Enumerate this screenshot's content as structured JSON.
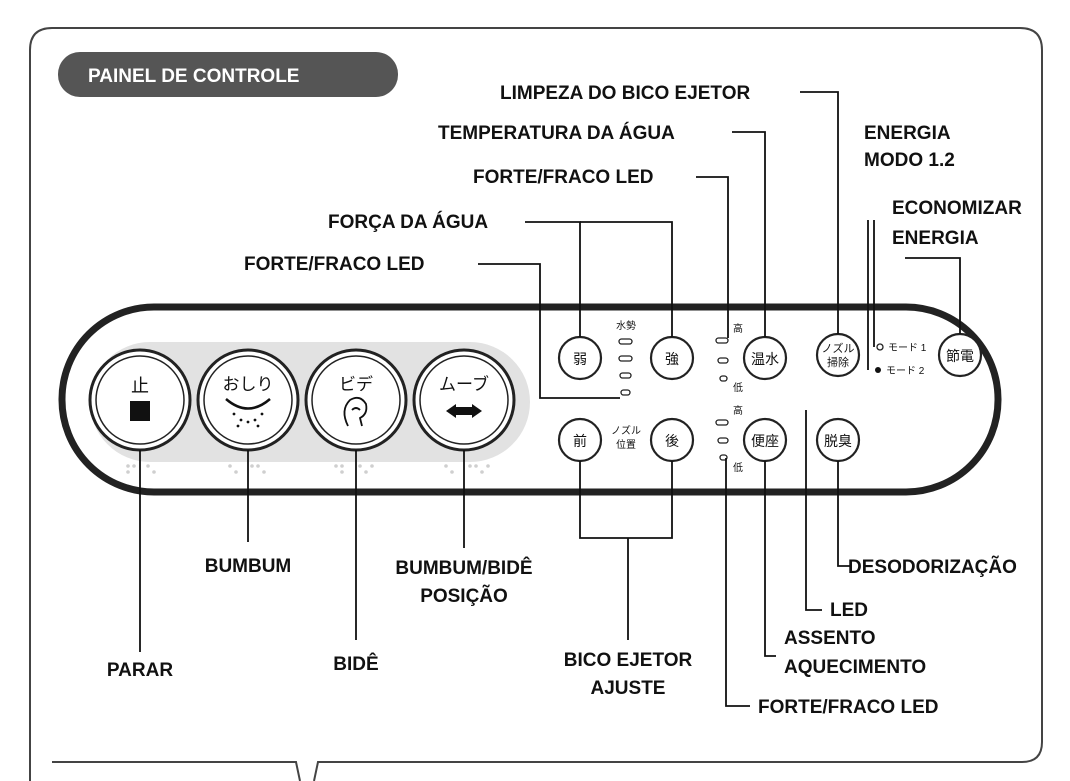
{
  "title": "PAINEL DE CONTROLE",
  "buttons": {
    "stop": "止",
    "oshiri": "おしり",
    "bidet": "ビデ",
    "move": "ムーブ",
    "weak": "弱",
    "strong": "強",
    "warm_water": "温水",
    "nozzle_clean_1": "ノズル",
    "nozzle_clean_2": "掃除",
    "power_save": "節電",
    "front": "前",
    "back": "後",
    "seat": "便座",
    "deodorize": "脱臭"
  },
  "panel_marks": {
    "water_force": "水勢",
    "high_1": "高",
    "low_1": "低",
    "high_2": "高",
    "low_2": "低",
    "nozzle_pos_1": "ノズル",
    "nozzle_pos_2": "位置",
    "mode_1": "モード 1",
    "mode_2": "モード 2"
  },
  "labels": {
    "nozzle_cleaning": "LIMPEZA DO BICO EJETOR",
    "water_temperature": "TEMPERATURA DA ÁGUA",
    "led_temp": "FORTE/FRACO LED",
    "water_force": "FORÇA DA ÁGUA",
    "led_force": "FORTE/FRACO LED",
    "energy_1": "ENERGIA",
    "energy_2": "MODO 1.2",
    "save_1": "ECONOMIZAR",
    "save_2": "ENERGIA",
    "parar": "PARAR",
    "bumbum": "BUMBUM",
    "bide": "BIDÊ",
    "position_1": "BUMBUM/BIDÊ",
    "position_2": "POSIÇÃO",
    "adjust_1": "BICO EJETOR",
    "adjust_2": "AJUSTE",
    "led_seat": "FORTE/FRACO LED",
    "seat_1": "ASSENTO",
    "seat_2": "AQUECIMENTO",
    "led": "LED",
    "deodorization": "DESODORIZAÇÃO"
  }
}
